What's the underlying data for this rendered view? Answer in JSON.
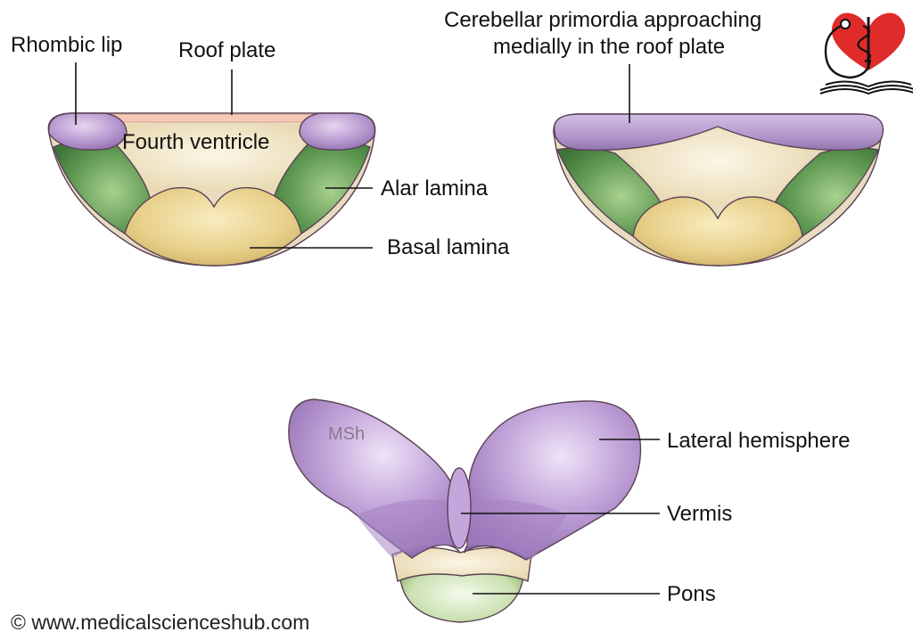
{
  "labels": {
    "rhombic_lip": "Rhombic lip",
    "roof_plate": "Roof plate",
    "fourth_ventricle": "Fourth ventricle",
    "alar_lamina": "Alar lamina",
    "basal_lamina": "Basal lamina",
    "cerebellar_primordia_line1": "Cerebellar primordia approaching",
    "cerebellar_primordia_line2": "medially in the roof plate",
    "lateral_hemisphere": "Lateral hemisphere",
    "vermis": "Vermis",
    "pons": "Pons"
  },
  "watermark": "MSh",
  "copyright": "© www.medicalscienceshub.com",
  "colors": {
    "rhombic_lip_purple": "#b99ad0",
    "alar_green": "#5f9a52",
    "basal_yellow": "#e8d08a",
    "ventricle_cream": "#efe4c6",
    "roof_plate_pink": "#f6c9b4",
    "pons_green": "#c9e0b0",
    "logo_red": "#e02b2b"
  },
  "icons": {
    "logo": "heart-stethoscope-book-logo"
  }
}
